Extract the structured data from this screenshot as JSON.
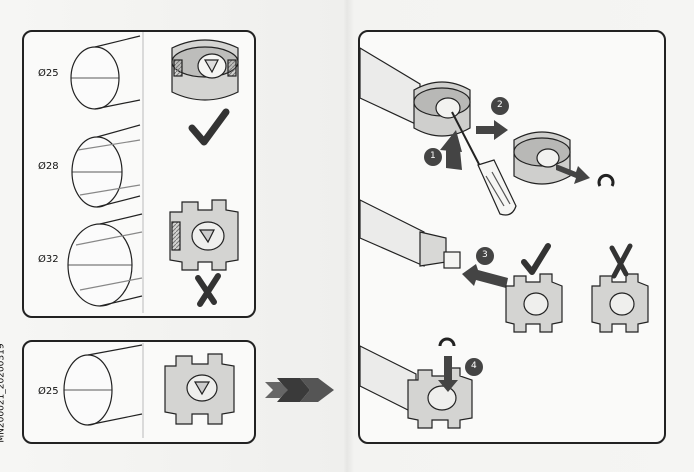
{
  "panel_top_left": {
    "diameters": [
      "Ø25",
      "Ø28",
      "Ø32"
    ]
  },
  "panel_bottom_left": {
    "diameter": "Ø25"
  },
  "panel_right": {
    "steps": [
      "1",
      "2",
      "3",
      "4"
    ]
  },
  "document_id": "MN200021_20200319",
  "colors": {
    "step_badge": "#444444",
    "border": "#222222",
    "gray": "#9a9a9a"
  }
}
